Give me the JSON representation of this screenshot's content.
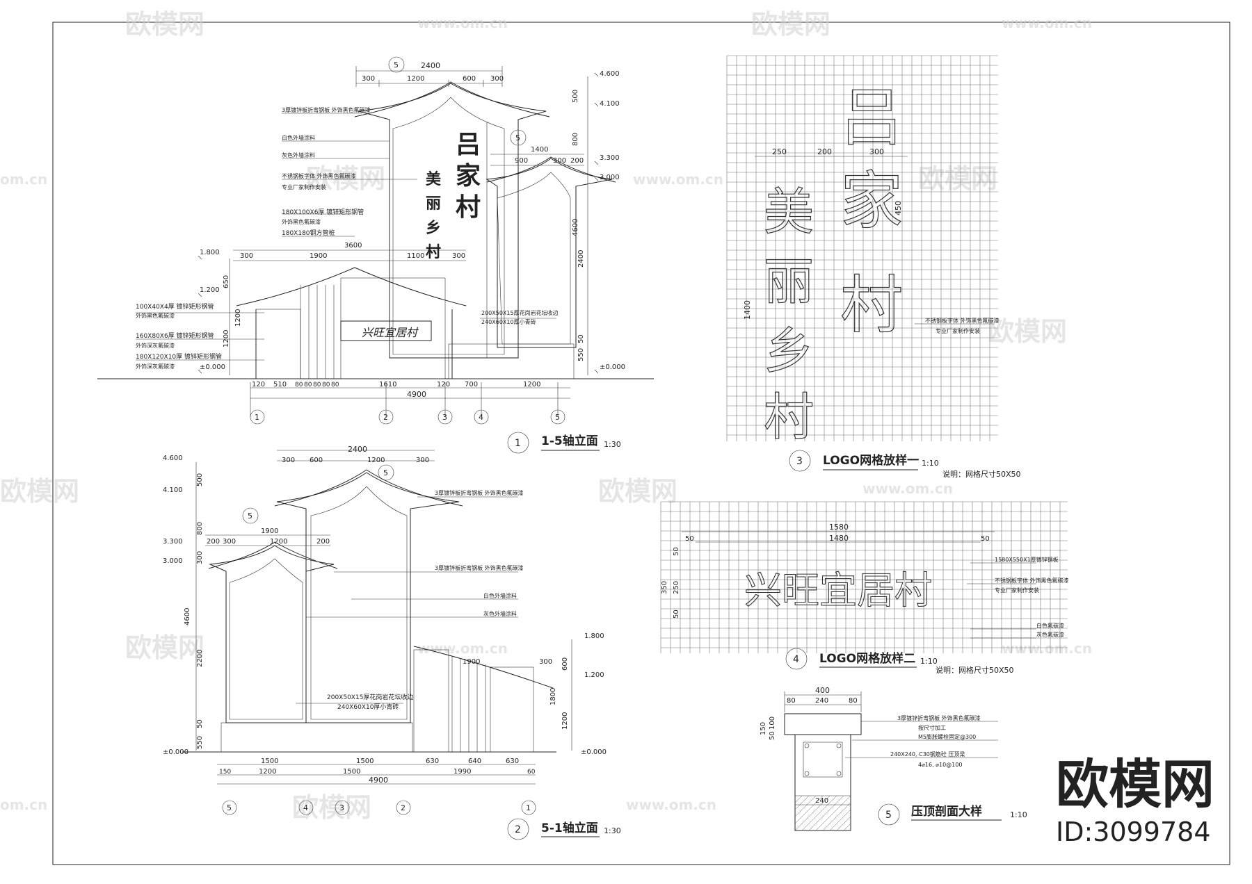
{
  "brand": {
    "logo_text": "欧模网",
    "id_text": "ID:3099784"
  },
  "watermark": {
    "brand": "欧模网",
    "url": "www.om.cn",
    "url_short": "om.cn"
  },
  "views": [
    {
      "num": "1",
      "title": "1-5轴立面",
      "scale": "1:30"
    },
    {
      "num": "2",
      "title": "5-1轴立面",
      "scale": "1:30"
    },
    {
      "num": "3",
      "title": "LOGO网格放样一",
      "scale": "1:10",
      "note": "说明：网格尺寸50X50"
    },
    {
      "num": "4",
      "title": "LOGO网格放样二",
      "scale": "1:10",
      "note": "说明：网格尺寸50X50"
    },
    {
      "num": "5",
      "title": "压顶剖面大样",
      "scale": "1:10"
    }
  ],
  "sign": {
    "main_chars": [
      "吕",
      "家",
      "村"
    ],
    "sub_chars": [
      "美",
      "丽",
      "乡",
      "村"
    ],
    "plaque": "兴旺宜居村"
  },
  "elev1": {
    "levels": [
      "4.600",
      "4.100",
      "3.300",
      "3.000",
      "1.800",
      "1.200",
      "±0.000",
      "±0.000"
    ],
    "top_dims": [
      "2400",
      "300",
      "1200",
      "600",
      "300"
    ],
    "dims_1400": [
      "1400",
      "900",
      "300",
      "200"
    ],
    "mid_dims": [
      "3600",
      "300",
      "1900",
      "1100",
      "300"
    ],
    "bottom_dims": [
      "120",
      "510",
      "80",
      "80",
      "80",
      "80",
      "80",
      "1610",
      "120",
      "700",
      "1200"
    ],
    "total": "4900",
    "vert_dims": [
      "500",
      "800",
      "4600",
      "2400",
      "550",
      "50",
      "650",
      "1200",
      "1200"
    ],
    "axes": [
      "1",
      "2",
      "3",
      "4",
      "5"
    ],
    "notes": [
      "3厚镀锌板折弯钢板  外饰黑色氟碳漆",
      "白色外墙涂料",
      "灰色外墙涂料",
      "不锈钢板字体  外饰黑色氟碳漆",
      "专业厂家制作安装",
      "180X100X6厚 镀锌矩形钢管",
      "外饰黑色氟碳漆",
      "180X180钢方管桩",
      "100X40X4厚 镀锌矩形钢管",
      "外饰黑色氟碳漆",
      "160X80X6厚 镀锌矩形钢管",
      "外饰深灰氟碳漆",
      "180X120X10厚 镀锌矩形钢管",
      "外饰深灰氟碳漆",
      "200X50X15厚花岗岩花坛收边",
      "240X60X10厚小青砖"
    ],
    "section_marks": [
      "5",
      "5"
    ]
  },
  "elev2": {
    "levels": [
      "4.600",
      "4.100",
      "3.300",
      "3.000",
      "1.800",
      "1.200",
      "±0.000",
      "±0.000"
    ],
    "top_dims": [
      "2400",
      "300",
      "600",
      "1200",
      "300"
    ],
    "dims_1900": [
      "1900",
      "200",
      "300",
      "1200",
      "200"
    ],
    "dims_right": [
      "1900",
      "300"
    ],
    "bottom_dims": [
      "150",
      "1500",
      "1500",
      "630",
      "640",
      "630"
    ],
    "bottom_dims2": [
      "1200",
      "1500",
      "1990",
      "60"
    ],
    "total": "4900",
    "vert_dims": [
      "500",
      "800",
      "300",
      "4600",
      "2200",
      "550",
      "50",
      "600",
      "1800",
      "1200"
    ],
    "axes": [
      "5",
      "4",
      "3",
      "2",
      "1"
    ],
    "notes": [
      "3厚镀锌板折弯钢板  外饰黑色氟碳漆",
      "3厚镀锌板折弯钢板  外饰黑色氟碳漆",
      "白色外墙涂料",
      "灰色外墙涂料",
      "200X50X15厚花岗岩花坛收边",
      "240X60X10厚小青砖"
    ],
    "section_marks": [
      "5",
      "5"
    ]
  },
  "logo1": {
    "dims": [
      "250",
      "200",
      "300",
      "450",
      "1400"
    ],
    "notes": [
      "不锈钢板字体  外饰黑色氟碳漆",
      "专业厂家制作安装"
    ]
  },
  "logo2": {
    "dims": [
      "1580",
      "1480",
      "50",
      "50",
      "50",
      "250",
      "350",
      "50"
    ],
    "notes": [
      "1580X550X1厚镀锌钢板",
      "不锈钢板字体  外饰黑色氟碳漆",
      "专业厂家制作安装",
      "白色氟碳漆",
      "灰色氟碳漆"
    ]
  },
  "section": {
    "dims": [
      "400",
      "80",
      "240",
      "80",
      "150",
      "100",
      "50",
      "240"
    ],
    "notes": [
      "3厚镀锌折弯钢板  外饰黑色氟碳漆",
      "按尺寸加工",
      "M5膨胀螺栓固定@300",
      "240X240, C30钢筋砼 压顶梁",
      "4⌀16, ⌀10@100"
    ]
  }
}
